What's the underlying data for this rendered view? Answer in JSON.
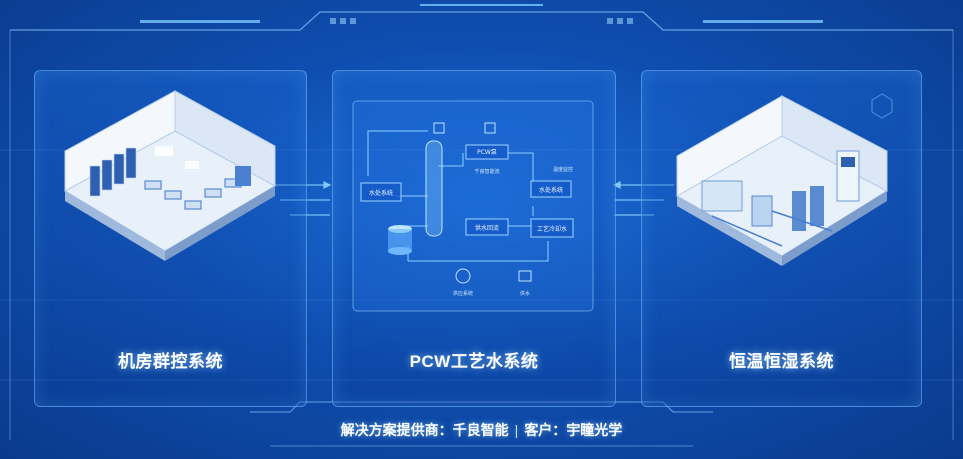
{
  "panels": [
    {
      "title": "机房群控系统"
    },
    {
      "title": "PCW工艺水系统"
    },
    {
      "title": "恒温恒湿系统"
    }
  ],
  "footer": {
    "provider_label": "解决方案提供商：",
    "provider": "千良智能",
    "separator": "|",
    "client_label": "客户：",
    "client": "宇瞳光学"
  },
  "diagram": {
    "nodes": [
      {
        "label": "PCW泵"
      },
      {
        "label": "千良智能流"
      },
      {
        "label": "水处系统"
      },
      {
        "label": "供水回流"
      },
      {
        "label": "水处系统"
      },
      {
        "label": "工艺冷却水"
      },
      {
        "label": "供应系统"
      },
      {
        "label": "供水"
      },
      {
        "label": "温度监控"
      }
    ]
  },
  "colors": {
    "accent": "#4fc3ff",
    "background": "#0f4eb0",
    "panel_border": "#78beff"
  }
}
